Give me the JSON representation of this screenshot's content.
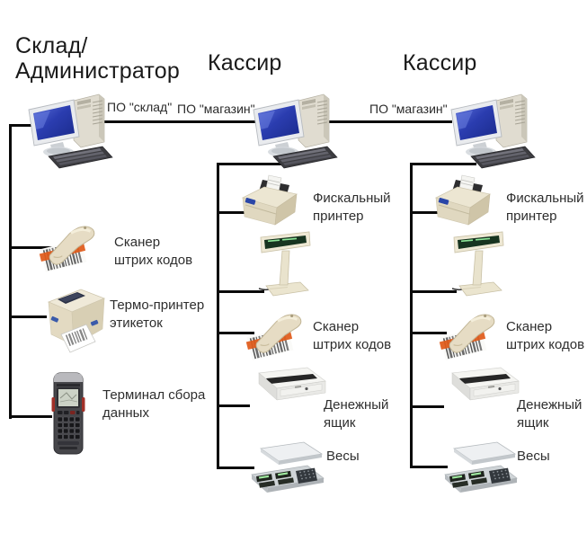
{
  "titles": {
    "admin": "Склад/\nАдминистратор",
    "cashier_1": "Кассир",
    "cashier_2": "Кассир"
  },
  "links": {
    "warehouse": "ПО \"склад\"",
    "store_1": "ПО \"магазин\"",
    "store_2": "ПО \"магазин\""
  },
  "admin_column": {
    "scanner": "Сканер\nштрих кодов",
    "thermal_printer": "Термо-принтер\nэтикеток",
    "data_terminal": "Терминал сбора\nданных"
  },
  "cashier1_column": {
    "fiscal_printer": "Фискальный\nпринтер",
    "scanner": "Сканер\nштрих кодов",
    "cash_drawer": "Денежный\nящик",
    "scale": "Весы"
  },
  "cashier2_column": {
    "fiscal_printer": "Фискальный\nпринтер",
    "scanner": "Сканер\nштрих кодов",
    "cash_drawer": "Денежный\nящик",
    "scale": "Весы"
  },
  "device_icons": [
    "desktop-computer-icon",
    "barcode-scanner-icon",
    "thermal-label-printer-icon",
    "data-collection-terminal-icon",
    "fiscal-printer-icon",
    "customer-pole-display-icon",
    "cash-drawer-icon",
    "electronic-scale-icon"
  ],
  "colors": {
    "background": "#ffffff",
    "connector_line": "#0a0a0a",
    "title_text": "#1a1a1a",
    "label_text": "#2e2e2e",
    "device_beige": "#e6dcc6",
    "screen_blue": "#2b3db0",
    "scan_beam_orange": "#e05a1a",
    "vfd_green_bg": "#173420",
    "vfd_green_text": "#8fe89a"
  }
}
